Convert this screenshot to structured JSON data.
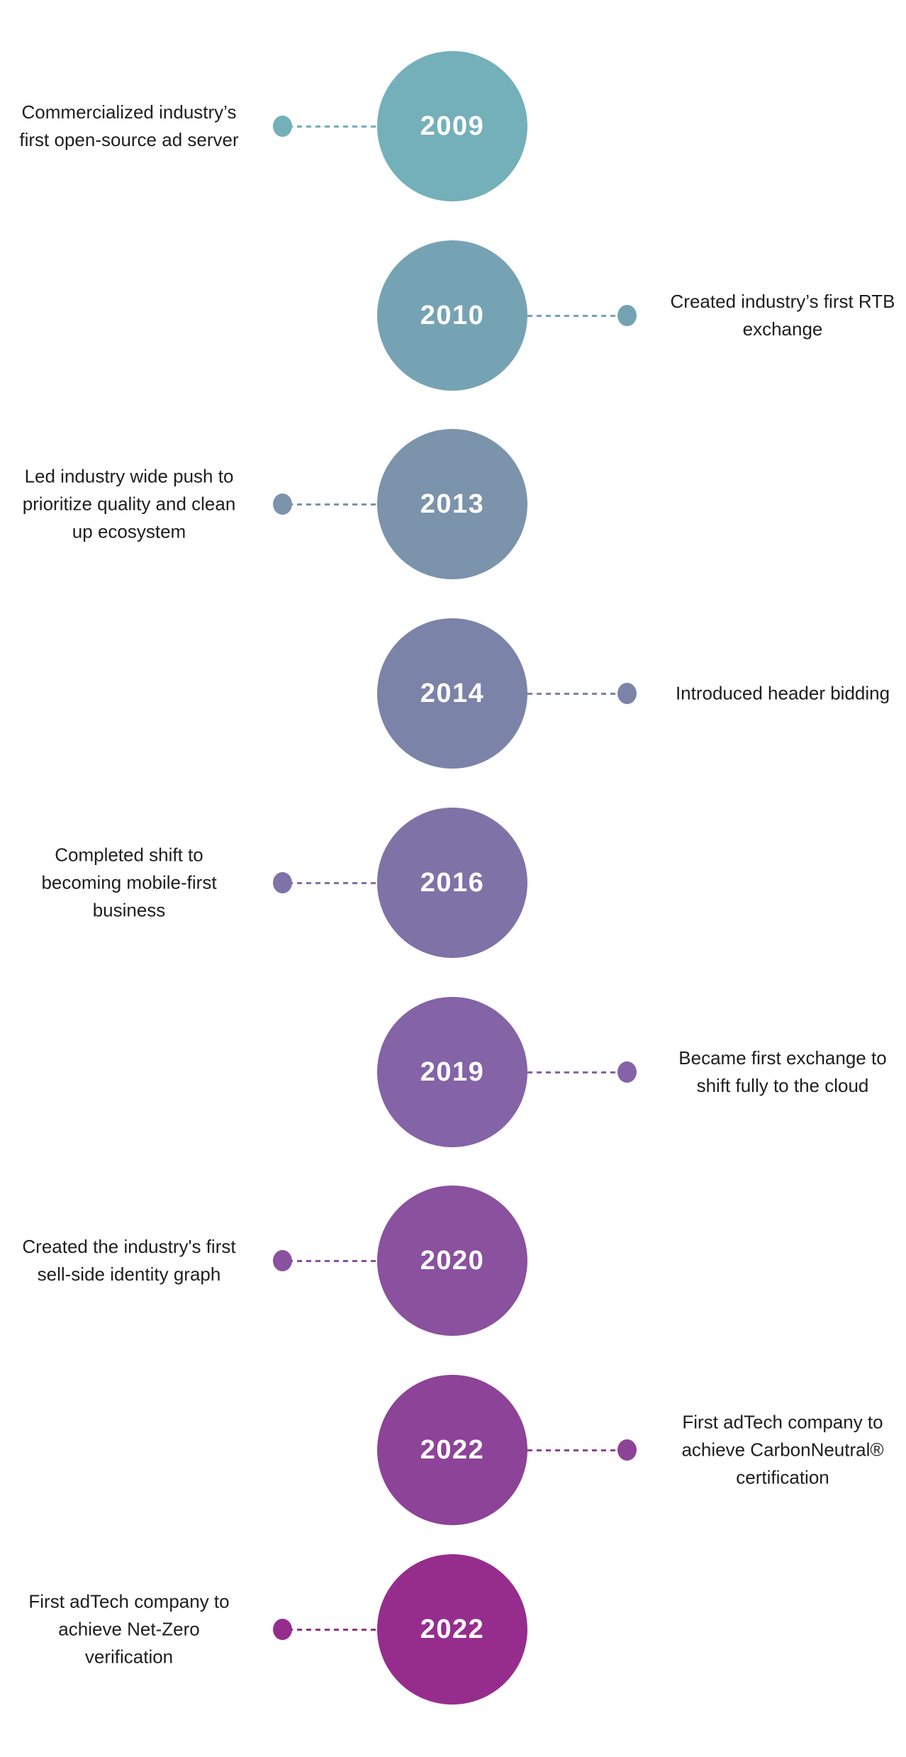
{
  "page": {
    "background_color": "#ffffff",
    "text_color": "#1e1e1e",
    "year_text_color": "#ffffff"
  },
  "timeline": {
    "items": [
      {
        "year": "2009",
        "side": "left",
        "color": "#74b0ba",
        "label_lines": [
          "Commercialized industry’s",
          "first open-source ad server"
        ]
      },
      {
        "year": "2010",
        "side": "right",
        "color": "#76a3b3",
        "label_lines": [
          "Created industry’s first RTB",
          "exchange"
        ]
      },
      {
        "year": "2013",
        "side": "left",
        "color": "#7b93ab",
        "label_lines": [
          "Led industry wide push to",
          "prioritize quality and clean",
          "up ecosystem"
        ]
      },
      {
        "year": "2014",
        "side": "right",
        "color": "#7c83a8",
        "label_lines": [
          "Introduced header bidding"
        ]
      },
      {
        "year": "2016",
        "side": "left",
        "color": "#7f72a6",
        "label_lines": [
          "Completed shift to",
          "becoming mobile-first",
          "business"
        ]
      },
      {
        "year": "2019",
        "side": "right",
        "color": "#8463a6",
        "label_lines": [
          "Became first exchange to",
          "shift fully to the cloud"
        ]
      },
      {
        "year": "2020",
        "side": "left",
        "color": "#8a519e",
        "label_lines": [
          "Created the industry's first",
          "sell-side identity graph"
        ]
      },
      {
        "year": "2022",
        "side": "right",
        "color": "#8d4397",
        "label_lines": [
          "First adTech company to",
          "achieve CarbonNeutral®",
          "certification"
        ]
      },
      {
        "year": "2022",
        "side": "left",
        "color": "#962d8d",
        "label_lines": [
          "First adTech company to",
          "achieve Net-Zero",
          "verification"
        ]
      }
    ]
  }
}
